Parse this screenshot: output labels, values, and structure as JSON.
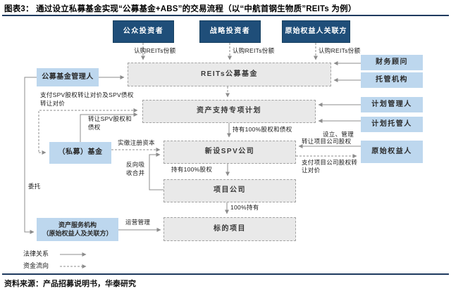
{
  "title": "图表3：  通过设立私募基金实现“公募基金+ABS”的交易流程（以“中航首钢生物质”REITs 为例）",
  "source": "资料来源：产品招募说明书，华泰研究",
  "colors": {
    "navy_box": "#1f4e79",
    "light_blue_box": "#bdd7ee",
    "gray_box": "#e9e9e9",
    "rule_line": "#1e3a5f",
    "connector": "#8c8c8c"
  },
  "nodes": {
    "public_investors": "公众投资者",
    "strategic_investors": "战略投资者",
    "originator_affiliates": "原始权益人关联方",
    "public_fund_manager": "公募基金管理人",
    "reits_public_fund": "REITs公募基金",
    "abs_plan": "资产支持专项计划",
    "new_spv": "新设SPV公司",
    "project_company": "项目公司",
    "target_project": "标的项目",
    "private_fund": "（私募）基金",
    "asset_service_line1": "资产服务机构",
    "asset_service_line2": "（原始权益人及关联方）",
    "financial_advisor": "财务顾问",
    "custodian": "托管机构",
    "plan_manager": "计划管理人",
    "plan_custodian": "计划托管人",
    "originator": "原始权益人"
  },
  "edge_labels": {
    "subscribe": "认购REITs份额",
    "pay_spv_line1": "支付SPV股权转让对价及SPV债权",
    "pay_spv_line2": "转让对价",
    "transfer_spv_line1": "转让SPV股权和",
    "transfer_spv_line2": "债权",
    "paid_in_capital": "实缴注册资本",
    "reverse_merger_line1": "反向吸",
    "reverse_merger_line2": "收合并",
    "entrust": "委托",
    "hold_equity_debt": "持有100%股权和债权",
    "hold_equity": "持有100%股权",
    "hold_100": "100%持有",
    "setup_manage": "设立、管理",
    "transfer_project_equity": "转让项目公司股权",
    "pay_project_line1": "支付项目公司股权转",
    "pay_project_line2": "让对价",
    "operation_mgmt": "运营管理"
  },
  "legend": {
    "legal": "法律关系",
    "capital": "资金流向"
  }
}
